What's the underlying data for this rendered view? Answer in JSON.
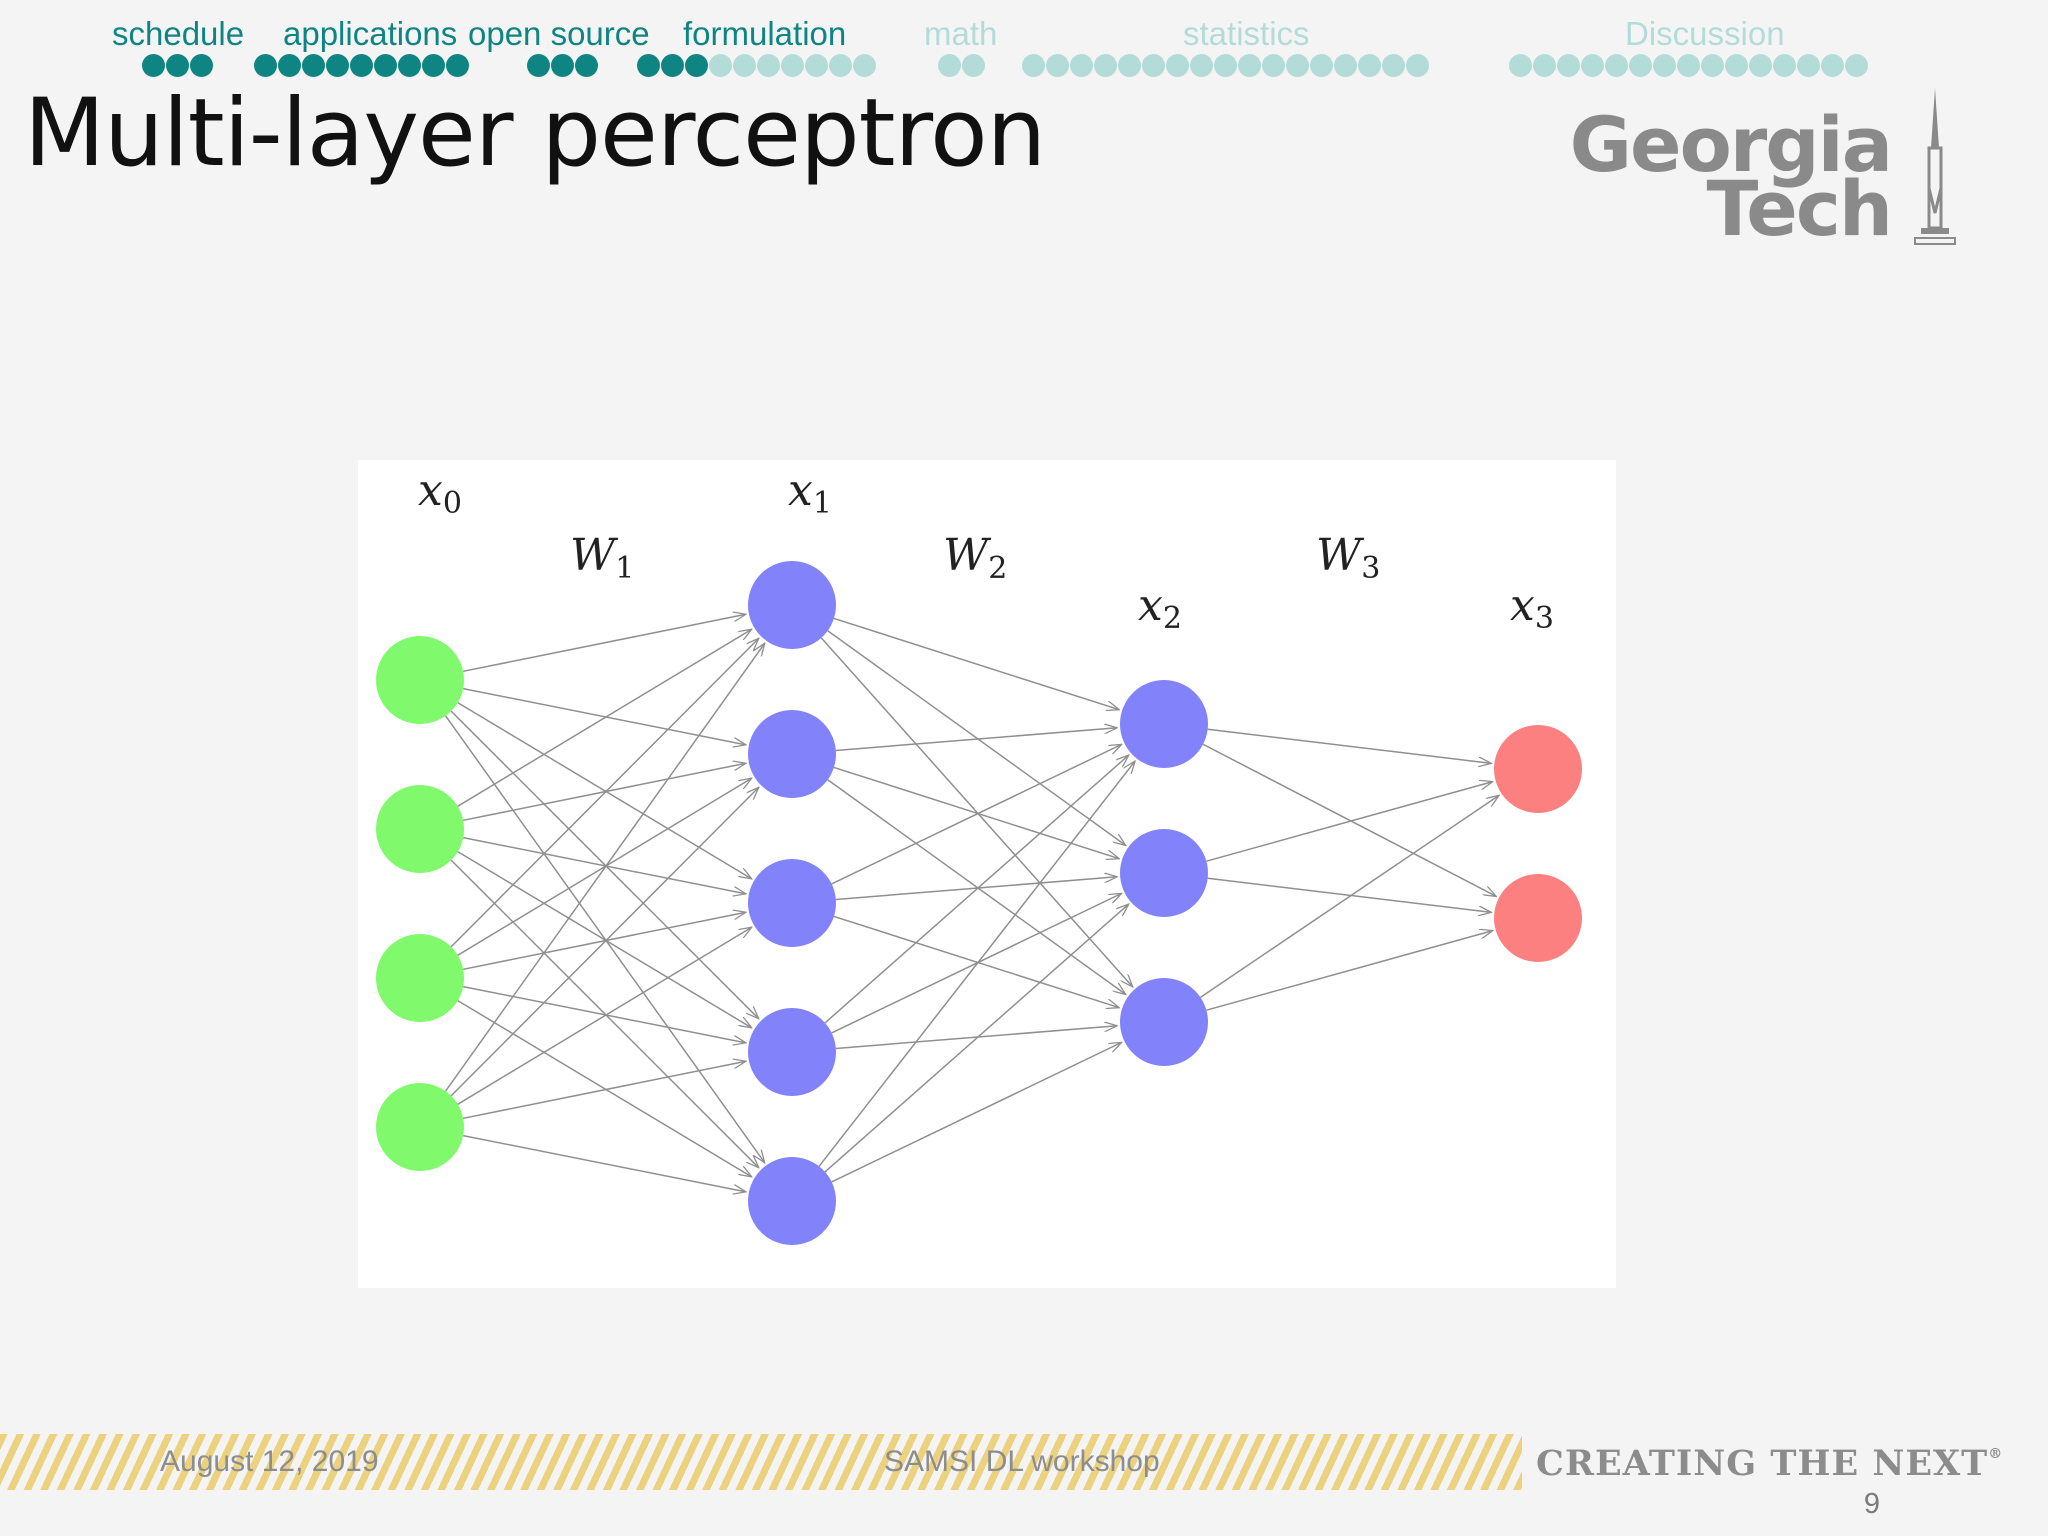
{
  "navigation": {
    "sections": [
      {
        "label": "schedule",
        "total_dots": 3,
        "filled_dots": 3,
        "active": true
      },
      {
        "label": "applications",
        "total_dots": 9,
        "filled_dots": 9,
        "active": true
      },
      {
        "label": "open source",
        "total_dots": 3,
        "filled_dots": 3,
        "active": true
      },
      {
        "label": "formulation",
        "total_dots": 10,
        "filled_dots": 3,
        "active": true
      },
      {
        "label": "math",
        "total_dots": 2,
        "filled_dots": 0,
        "active": false
      },
      {
        "label": "statistics",
        "total_dots": 17,
        "filled_dots": 0,
        "active": false
      },
      {
        "label": "Discussion",
        "total_dots": 15,
        "filled_dots": 0,
        "active": false
      }
    ],
    "colors": {
      "active_text": "#0f8583",
      "inactive_text": "#b3dcd9",
      "filled_dot": "#0f8583",
      "empty_dot": "#b3dcd9"
    }
  },
  "slide": {
    "title": "Multi-layer perceptron"
  },
  "logo": {
    "line1": "Georgia",
    "line2": "Tech"
  },
  "network": {
    "layers": [
      {
        "label": "x",
        "subscript": "0",
        "nodes": 4,
        "color": "#80fa6c"
      },
      {
        "label": "x",
        "subscript": "1",
        "nodes": 5,
        "color": "#8282fb"
      },
      {
        "label": "x",
        "subscript": "2",
        "nodes": 3,
        "color": "#8282fb"
      },
      {
        "label": "x",
        "subscript": "3",
        "nodes": 2,
        "color": "#fc8080"
      }
    ],
    "weights": [
      {
        "label": "W",
        "subscript": "1"
      },
      {
        "label": "W",
        "subscript": "2"
      },
      {
        "label": "W",
        "subscript": "3"
      }
    ],
    "edge_color": "#8f8f8f"
  },
  "footer": {
    "date": "August 12, 2019",
    "event": "SAMSI DL workshop",
    "slogan": "CREATING THE NEXT",
    "slogan_mark": "®",
    "page_number": "9"
  }
}
